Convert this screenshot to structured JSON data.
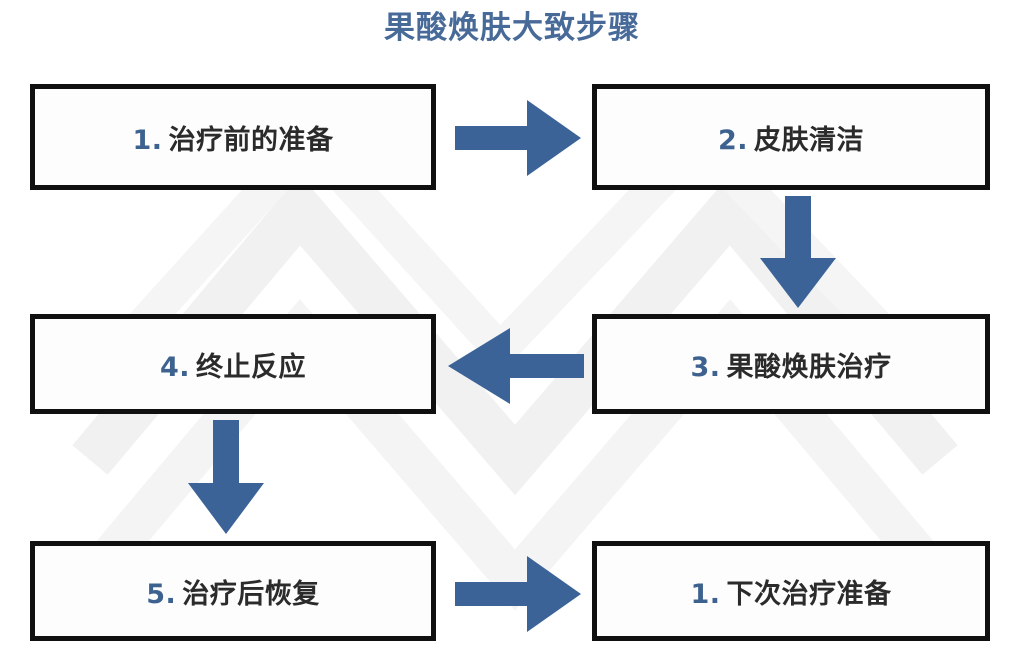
{
  "title": "果酸焕肤大致步骤",
  "colors": {
    "title": "#476a99",
    "arrow": "#3b6398",
    "box_border": "#101010",
    "box_number": "#3d628f",
    "box_text": "#2b2b2b",
    "background": "#ffffff"
  },
  "steps": [
    {
      "id": "box-1",
      "num": "1.",
      "label": "治疗前的准备"
    },
    {
      "id": "box-2",
      "num": "2.",
      "label": "皮肤清洁"
    },
    {
      "id": "box-3",
      "num": "3.",
      "label": "果酸焕肤治疗"
    },
    {
      "id": "box-4",
      "num": "4.",
      "label": "终止反应"
    },
    {
      "id": "box-5",
      "num": "5.",
      "label": "治疗后恢复"
    },
    {
      "id": "box-6",
      "num": "1.",
      "label": "下次治疗准备"
    }
  ],
  "arrows": [
    {
      "id": "arrow-1-2",
      "direction": "right",
      "from": "1. 治疗前的准备",
      "to": "2. 皮肤清洁"
    },
    {
      "id": "arrow-2-3",
      "direction": "down",
      "from": "2. 皮肤清洁",
      "to": "3. 果酸焕肤治疗"
    },
    {
      "id": "arrow-3-4",
      "direction": "left",
      "from": "3. 果酸焕肤治疗",
      "to": "4. 终止反应"
    },
    {
      "id": "arrow-4-5",
      "direction": "down",
      "from": "4. 终止反应",
      "to": "5. 治疗后恢复"
    },
    {
      "id": "arrow-5-6",
      "direction": "right",
      "from": "5. 治疗后恢复",
      "to": "1. 下次治疗准备"
    }
  ]
}
